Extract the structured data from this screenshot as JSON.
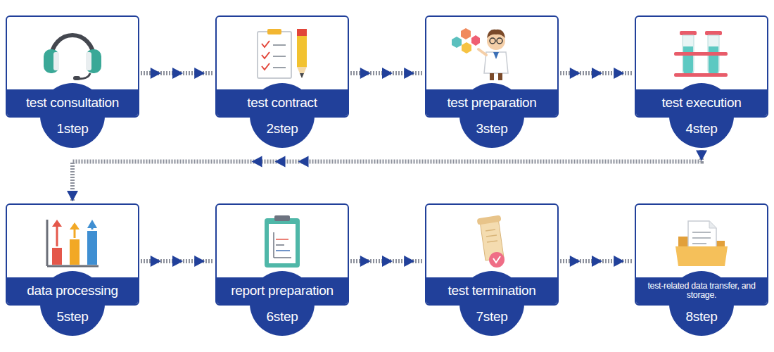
{
  "diagram": {
    "nodes": [
      {
        "text": [
          "test consultation",
          "1step"
        ]
      },
      {
        "text": [
          "test contract",
          "2step"
        ]
      },
      {
        "text": [
          "test preparation",
          "3step"
        ]
      },
      {
        "text": [
          "test execution",
          "4step"
        ]
      },
      {
        "text": [
          "data processing",
          "5step"
        ]
      },
      {
        "text": [
          "report preparation",
          "6step"
        ]
      },
      {
        "text": [
          "test termination",
          "7step"
        ]
      },
      {
        "text": [
          "test-related data transfer, and storage.",
          "8step"
        ]
      }
    ],
    "edges": [
      {
        "from": 0,
        "to": 1,
        "arrow": "to"
      },
      {
        "from": 1,
        "to": 2,
        "arrow": "to"
      },
      {
        "from": 2,
        "to": 3,
        "arrow": "to"
      },
      {
        "from": 3,
        "to": 4,
        "arrow": "to"
      },
      {
        "from": 4,
        "to": 5,
        "arrow": "to"
      },
      {
        "from": 5,
        "to": 6,
        "arrow": "to"
      },
      {
        "from": 6,
        "to": 7,
        "arrow": "to"
      }
    ]
  }
}
